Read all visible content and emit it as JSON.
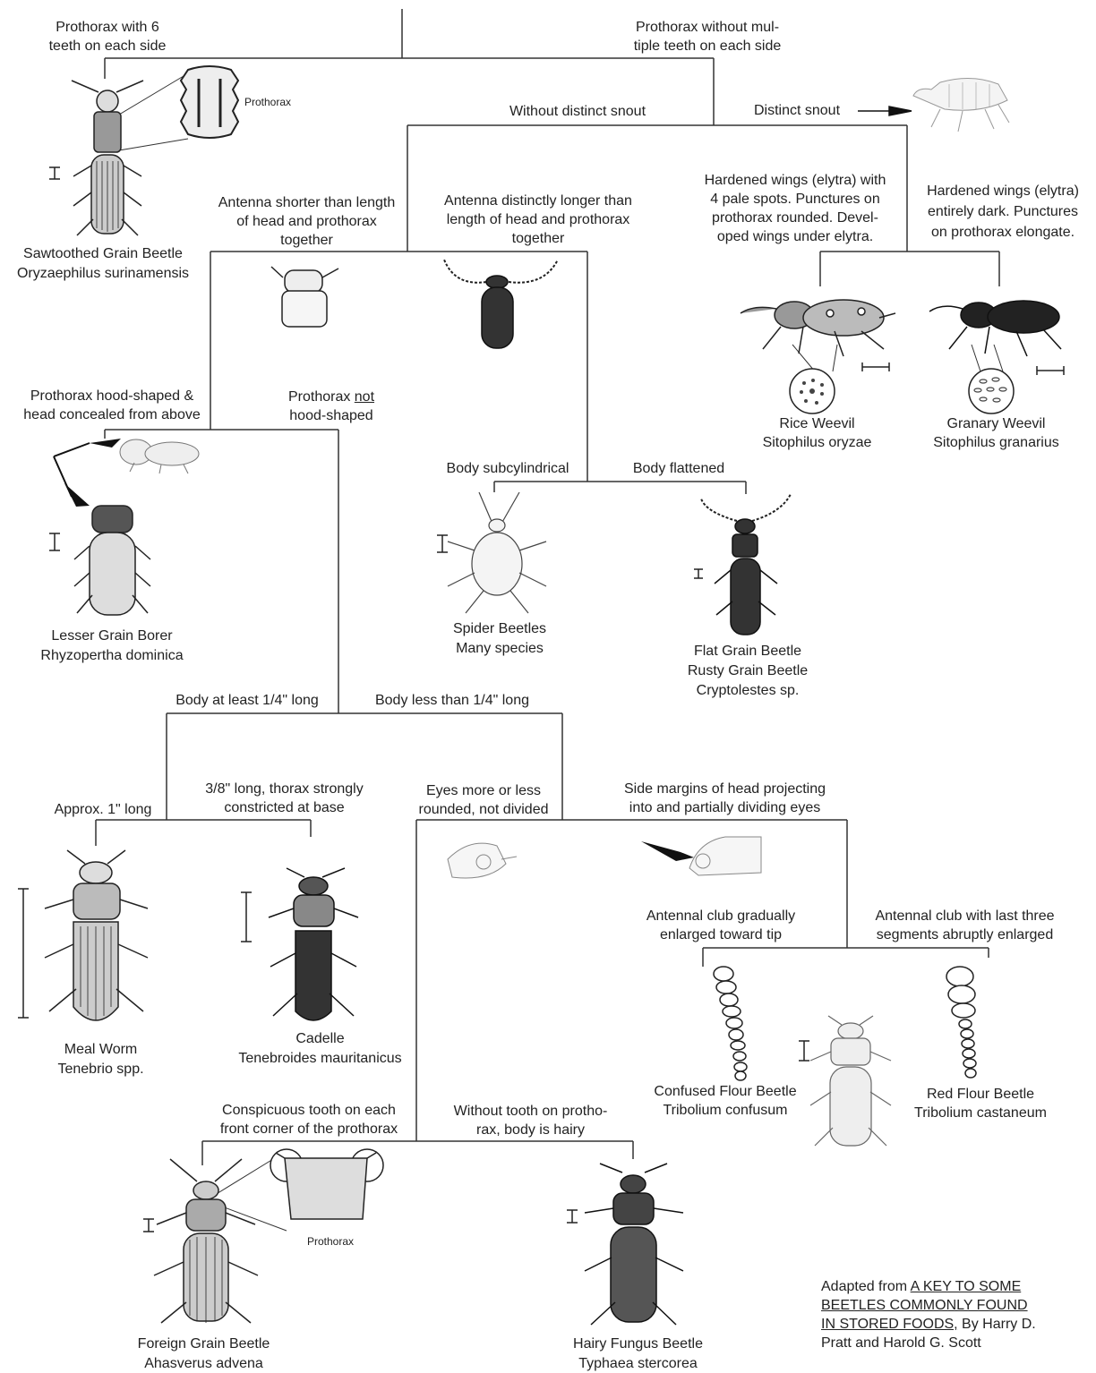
{
  "root": {
    "left_branch": "Prothorax with  6\nteeth on each side",
    "right_branch": "Prothorax without mul-\ntiple teeth on each side"
  },
  "sawtoothed": {
    "inset_label": "Prothorax",
    "common": "Sawtoothed Grain Beetle",
    "latin": "Oryzaephilus surinamensis"
  },
  "snout": {
    "without": "Without distinct snout",
    "with": "Distinct snout"
  },
  "antenna": {
    "shorter": "Antenna shorter than length\nof head and prothorax\ntogether",
    "longer": "Antenna distinctly longer than\nlength of head and prothorax\ntogether"
  },
  "weevils": {
    "spots_desc": "Hardened wings (elytra) with\n4 pale spots.  Punctures on\nprothorax rounded.  Devel-\noped wings under elytra.",
    "dark_desc": "Hardened wings (elytra)\nentirely dark.  Punctures\non prothorax elongate.",
    "rice_common": "Rice Weevil",
    "rice_latin": "Sitophilus oryzae",
    "granary_common": "Granary Weevil",
    "granary_latin": "Sitophilus granarius"
  },
  "hood": {
    "hooded": "Prothorax hood-shaped &\nhead concealed from above",
    "not_hooded_pre": "Prothorax ",
    "not_hooded_u": "not",
    "not_hooded_post": "hood-shaped",
    "borer_common": "Lesser Grain Borer",
    "borer_latin": "Rhyzopertha dominica"
  },
  "body_shape": {
    "subcylindrical": "Body subcylindrical",
    "flattened": "Body flattened",
    "spider_common": "Spider Beetles",
    "spider_latin": "Many species",
    "flat_common": "Flat Grain Beetle",
    "rusty_common": "Rusty Grain Beetle",
    "flat_latin": "Cryptolestes sp."
  },
  "length": {
    "long": "Body at least 1/4\" long",
    "short": "Body less than 1/4\" long",
    "approx1": "Approx. 1\" long",
    "three_eighths": "3/8\" long, thorax strongly\nconstricted at base",
    "mealworm_common": "Meal Worm",
    "mealworm_latin": "Tenebrio spp.",
    "cadelle_common": "Cadelle",
    "cadelle_latin": "Tenebroides mauritanicus"
  },
  "eyes": {
    "rounded": "Eyes more or less\nrounded, not divided",
    "divided": "Side margins of head projecting\ninto and partially dividing eyes"
  },
  "club": {
    "gradual": "Antennal club gradually\nenlarged toward tip",
    "abrupt": "Antennal club with last three\nsegments abruptly enlarged",
    "confused_common": "Confused Flour Beetle",
    "confused_latin": "Tribolium confusum",
    "red_common": "Red Flour Beetle",
    "red_latin": "Tribolium castaneum"
  },
  "tooth": {
    "with": "Conspicuous tooth on each\nfront corner of the prothorax",
    "without": "Without tooth on protho-\nrax, body is hairy",
    "inset_label": "Prothorax",
    "foreign_common": "Foreign Grain Beetle",
    "foreign_latin": "Ahasverus advena",
    "hairy_common": "Hairy Fungus Beetle",
    "hairy_latin": "Typhaea stercorea"
  },
  "credit": {
    "adapted": "Adapted  from ",
    "title_line1": "A KEY TO SOME",
    "title_line2": "BEETLES COMMONLY FOUND",
    "title_line3": "IN STORED FOODS,",
    "authors_a": " By Harry D.",
    "authors_b": "Pratt and Harold G. Scott"
  }
}
